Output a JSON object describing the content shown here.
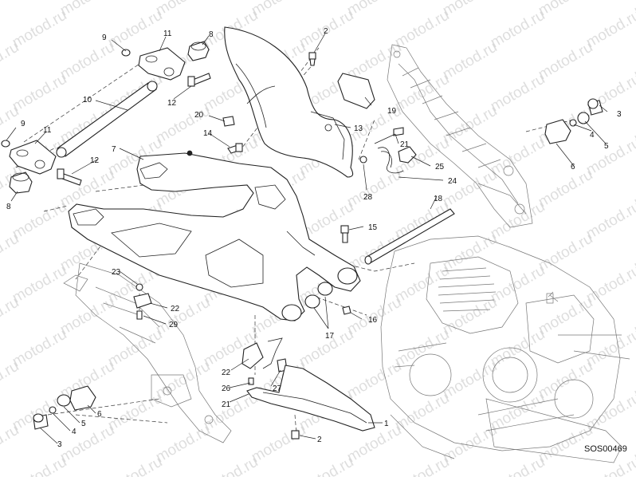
{
  "watermark": "motod.ru",
  "diagram_code": "SOS00469",
  "callouts": [
    {
      "id": "c9a",
      "label": "9"
    },
    {
      "id": "c11a",
      "label": "11"
    },
    {
      "id": "c8a",
      "label": "8"
    },
    {
      "id": "c2a",
      "label": "2"
    },
    {
      "id": "c10",
      "label": "10"
    },
    {
      "id": "c12a",
      "label": "12"
    },
    {
      "id": "c20",
      "label": "20"
    },
    {
      "id": "c19",
      "label": "19"
    },
    {
      "id": "c9b",
      "label": "9"
    },
    {
      "id": "c11b",
      "label": "11"
    },
    {
      "id": "c14",
      "label": "14"
    },
    {
      "id": "c13",
      "label": "13"
    },
    {
      "id": "c7",
      "label": "7"
    },
    {
      "id": "c12b",
      "label": "12"
    },
    {
      "id": "c21a",
      "label": "21"
    },
    {
      "id": "c25",
      "label": "25"
    },
    {
      "id": "c24",
      "label": "24"
    },
    {
      "id": "c28",
      "label": "28"
    },
    {
      "id": "c8b",
      "label": "8"
    },
    {
      "id": "c18",
      "label": "18"
    },
    {
      "id": "c3a",
      "label": "3"
    },
    {
      "id": "c4a",
      "label": "4"
    },
    {
      "id": "c5a",
      "label": "5"
    },
    {
      "id": "c6a",
      "label": "6"
    },
    {
      "id": "c15",
      "label": "15"
    },
    {
      "id": "c23",
      "label": "23"
    },
    {
      "id": "c22a",
      "label": "22"
    },
    {
      "id": "c16",
      "label": "16"
    },
    {
      "id": "c29",
      "label": "29"
    },
    {
      "id": "c17",
      "label": "17"
    },
    {
      "id": "c22b",
      "label": "22"
    },
    {
      "id": "c26",
      "label": "26"
    },
    {
      "id": "c27",
      "label": "27"
    },
    {
      "id": "c21b",
      "label": "21"
    },
    {
      "id": "c6b",
      "label": "6"
    },
    {
      "id": "c5b",
      "label": "5"
    },
    {
      "id": "c4b",
      "label": "4"
    },
    {
      "id": "c3b",
      "label": "3"
    },
    {
      "id": "c1",
      "label": "1"
    },
    {
      "id": "c2b",
      "label": "2"
    }
  ]
}
